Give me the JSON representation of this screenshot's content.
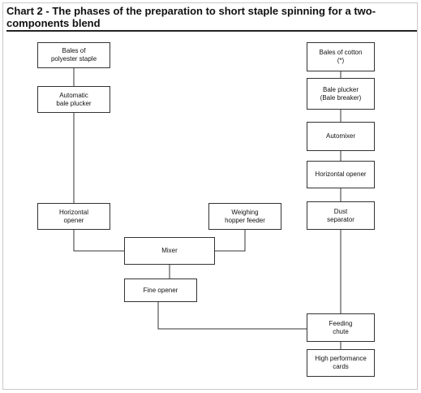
{
  "title": "Chart 2 - The phases of the preparation to short staple spinning for a two-components blend",
  "nodes": {
    "bales_polyester": "Bales of\npolyester staple",
    "auto_bale_plucker": "Automatic\nbale plucker",
    "horizontal_opener_left": "Horizontal\nopener",
    "weighing_hopper": "Weighing\nhopper feeder",
    "mixer": "Mixer",
    "fine_opener": "Fine opener",
    "bales_cotton": "Bales of cotton\n(*)",
    "bale_plucker": "Bale plucker\n(Bale breaker)",
    "automixer": "Automixer",
    "horizontal_opener_right": "Horizontal opener",
    "dust_separator": "Dust\nseparator",
    "feeding_chute": "Feeding\nchute",
    "high_perf_cards": "High performance\ncards"
  }
}
